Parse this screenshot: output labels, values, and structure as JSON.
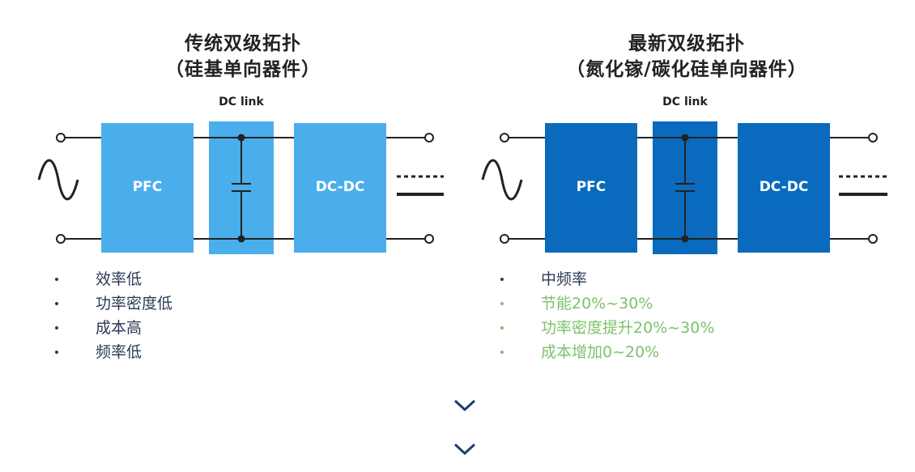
{
  "colors": {
    "light_blue": "#4BAEEC",
    "light_blue_dark": "#2E9EE5",
    "dark_blue": "#0A6BBE",
    "dark_blue_dark": "#075A9F",
    "wire": "#222222",
    "bullet_dark": "#2A3A55",
    "bullet_green": "#7CC26A",
    "chevron": "#1F3E6E"
  },
  "left": {
    "title_line1": "传统双级拓扑",
    "title_line2": "（硅基单向器件）",
    "dc_link_label": "DC link",
    "pfc_label": "PFC",
    "dcdc_label": "DC-DC",
    "bullets": [
      "效率低",
      "功率密度低",
      "成本高",
      "频率低"
    ]
  },
  "right": {
    "title_line1": "最新双级拓扑",
    "title_line2": "（氮化镓/碳化硅单向器件）",
    "dc_link_label": "DC link",
    "pfc_label": "PFC",
    "dcdc_label": "DC-DC",
    "bullets_dark": [
      "中频率"
    ],
    "bullets_green": [
      "节能20%~30%",
      "功率密度提升20%~30%",
      "成本增加0~20%"
    ]
  },
  "icons": {
    "ac_source": "sine-wave-icon",
    "dc_output": "dc-symbol-icon",
    "more": "chevron-down-icon"
  }
}
